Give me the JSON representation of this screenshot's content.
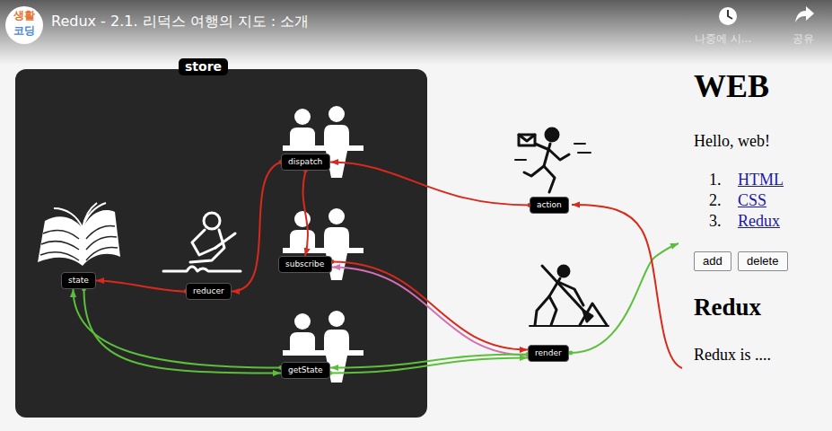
{
  "diagram": {
    "title": "Redux - 2.1. 리덕스 여행의 지도 : 소개",
    "nodes": [
      {
        "text": [
          "store"
        ]
      },
      {
        "text": [
          "state"
        ],
        "in": 0
      },
      {
        "text": [
          "reducer"
        ],
        "in": 0
      },
      {
        "text": [
          "dispatch"
        ],
        "in": 0
      },
      {
        "text": [
          "subscribe"
        ],
        "in": 0
      },
      {
        "text": [
          "getState"
        ],
        "in": 0
      },
      {
        "text": [
          "action"
        ]
      },
      {
        "text": [
          "render"
        ]
      },
      {
        "text": [
          "add"
        ]
      },
      {
        "text": [
          "delete"
        ]
      }
    ],
    "edges": [
      {
        "from": 6,
        "to": 3,
        "arrow": "to"
      },
      {
        "from": 3,
        "to": 2,
        "arrow": "to"
      },
      {
        "from": 2,
        "to": 1,
        "arrow": "to"
      },
      {
        "from": 3,
        "to": 4,
        "arrow": "to"
      },
      {
        "from": 4,
        "to": 7,
        "arrow": "to"
      },
      {
        "from": 7,
        "to": 4,
        "arrow": "to"
      },
      {
        "from": 7,
        "to": 5,
        "arrow": "to"
      },
      {
        "from": 5,
        "to": 7,
        "arrow": "to"
      },
      {
        "from": 5,
        "to": 1,
        "arrow": "to"
      },
      {
        "from": 1,
        "to": 5,
        "arrow": "to"
      }
    ],
    "labels": [
      "생활",
      "코딩",
      "나중에 시...",
      "공유",
      "WEB",
      "Hello, web!",
      "1.",
      "HTML",
      "2.",
      "CSS",
      "3.",
      "Redux",
      "Redux",
      "Redux is ...."
    ]
  }
}
